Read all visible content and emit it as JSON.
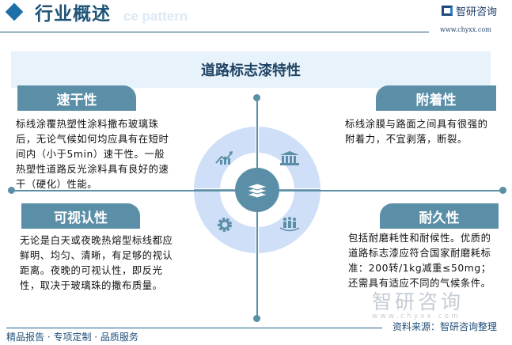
{
  "header": {
    "title": "行业概述",
    "ghost_text": "ce pattern",
    "logo_text": "智研咨询",
    "url": "www.chyxx.com"
  },
  "banner": {
    "title": "道路标志漆特性"
  },
  "center": {
    "icon": "layers-icon",
    "ring_color": "#cfdff7",
    "accent": "#5b8fa7"
  },
  "cards": [
    {
      "title": "速干性",
      "icon": "chart-up-icon",
      "text": "标线涂覆热塑性涂料撒布玻璃珠后，无论气候如何均应具有在短时间内（小于5min）速干性。一般热塑性道路反光涂料具有良好的速干（硬化）性能。"
    },
    {
      "title": "附着性",
      "icon": "bank-icon",
      "text": "标线涂膜与路面之间具有很强的附着力，不宜剥落，断裂。"
    },
    {
      "title": "可视认性",
      "icon": "gear-icon",
      "text": "无论是白天或夜晚热熔型标线都应鲜明、均匀、清晰，有足够的视认距离。夜晚的可视认性，即反光性，取决于玻璃珠的撒布质量。"
    },
    {
      "title": "耐久性",
      "icon": "people-icon",
      "text": "包括耐磨耗性和耐候性。优质的道路标志漆应符合国家耐磨耗标准：200转/1kg减重≤50mg；还需具有适应不同的气候条件。"
    }
  ],
  "footer": {
    "slogan": "精品报告 · 专项定制 · 品质服务",
    "source": "资料来源：智研咨询整理",
    "watermark": "智研咨询",
    "watermark_url": "www.chyxx.com"
  }
}
